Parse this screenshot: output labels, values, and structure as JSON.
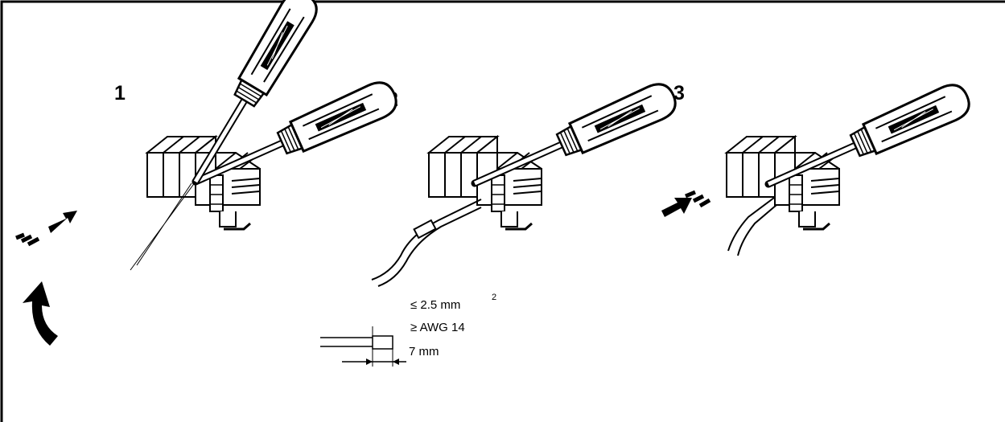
{
  "steps": [
    {
      "number": "1"
    },
    {
      "number": "2"
    },
    {
      "number": "3"
    }
  ],
  "wire_spec": {
    "max_cross_section": "≤ 2.5 mm",
    "max_cross_section_exp": "2",
    "min_awg": "≥ AWG 14",
    "strip_length": "7 mm"
  },
  "colors": {
    "line": "#000000",
    "background": "#ffffff"
  }
}
